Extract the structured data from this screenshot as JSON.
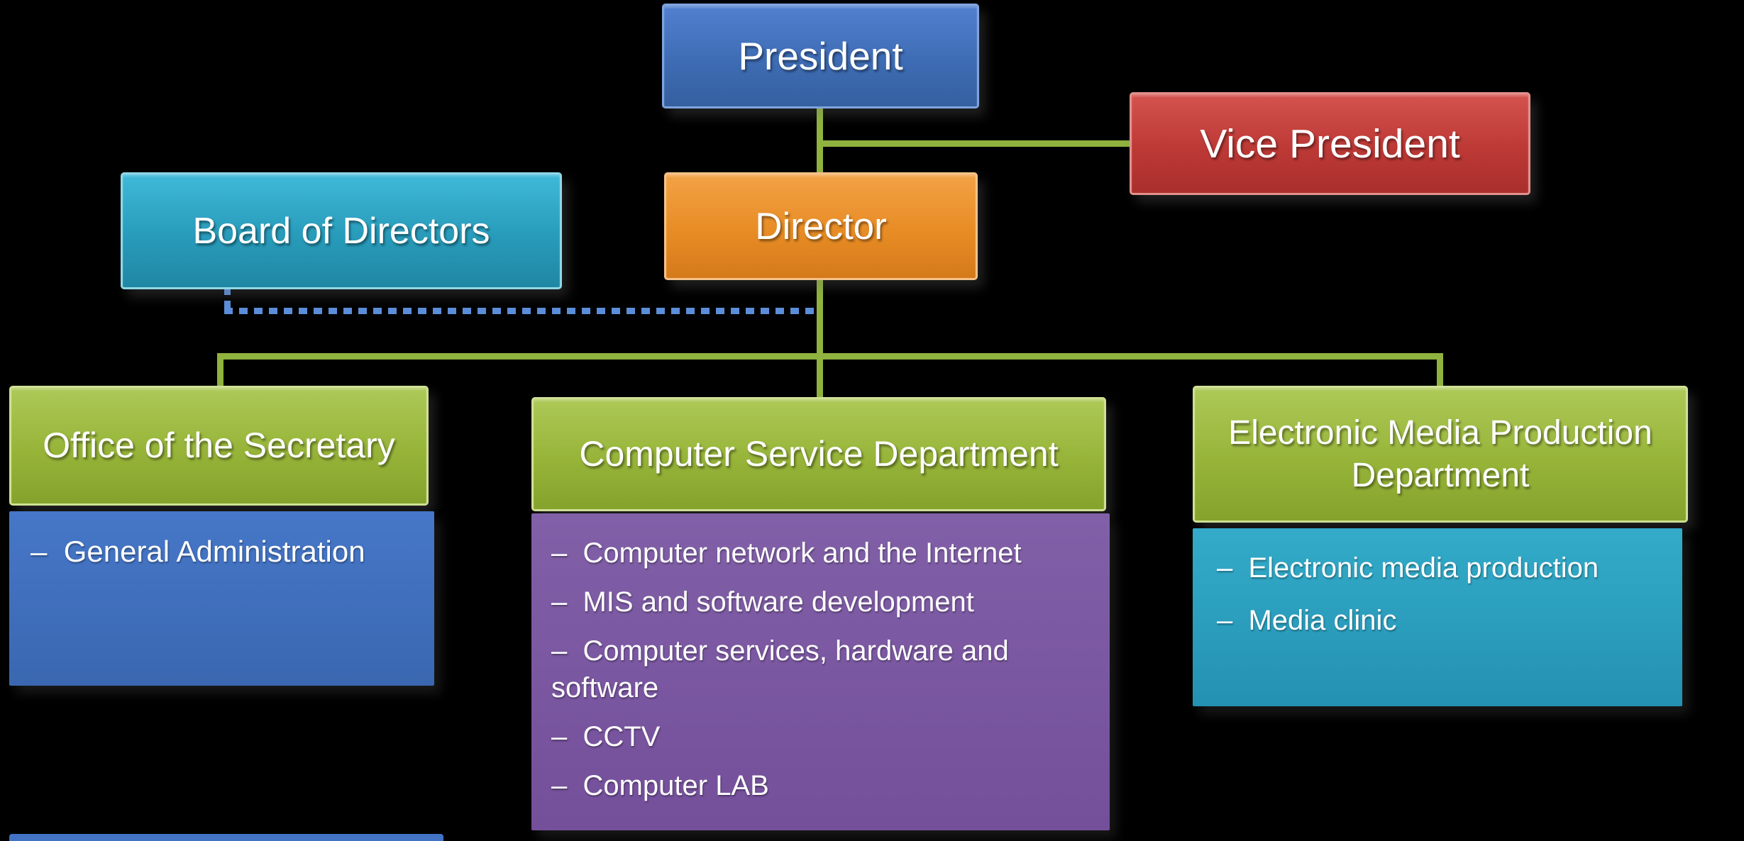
{
  "org": {
    "nodes": {
      "president": "President",
      "vice_president": "Vice President",
      "board_of_directors": "Board of Directors",
      "director": "Director"
    },
    "departments": [
      {
        "title": "Office of the Secretary",
        "items": [
          "–  General Administration"
        ]
      },
      {
        "title": "Computer Service Department",
        "items": [
          "–  Computer network and the Internet",
          "–  MIS and software development",
          "–  Computer services, hardware and software",
          "–  CCTV",
          "–  Computer LAB"
        ]
      },
      {
        "title": "Electronic Media Production Department",
        "items": [
          "–  Electronic media production",
          "–  Media clinic"
        ]
      }
    ],
    "colors": {
      "background": "#000000",
      "president": "#3e6cb4",
      "vice_president": "#bd3936",
      "board_of_directors": "#289bba",
      "director": "#e88c25",
      "department_header": "#97b439",
      "secretary_body": "#3e6db8",
      "computer_body": "#744f9a",
      "media_body": "#2491b2",
      "connector": "#90b23f",
      "dotted_connector": "#5b8dd9"
    }
  }
}
